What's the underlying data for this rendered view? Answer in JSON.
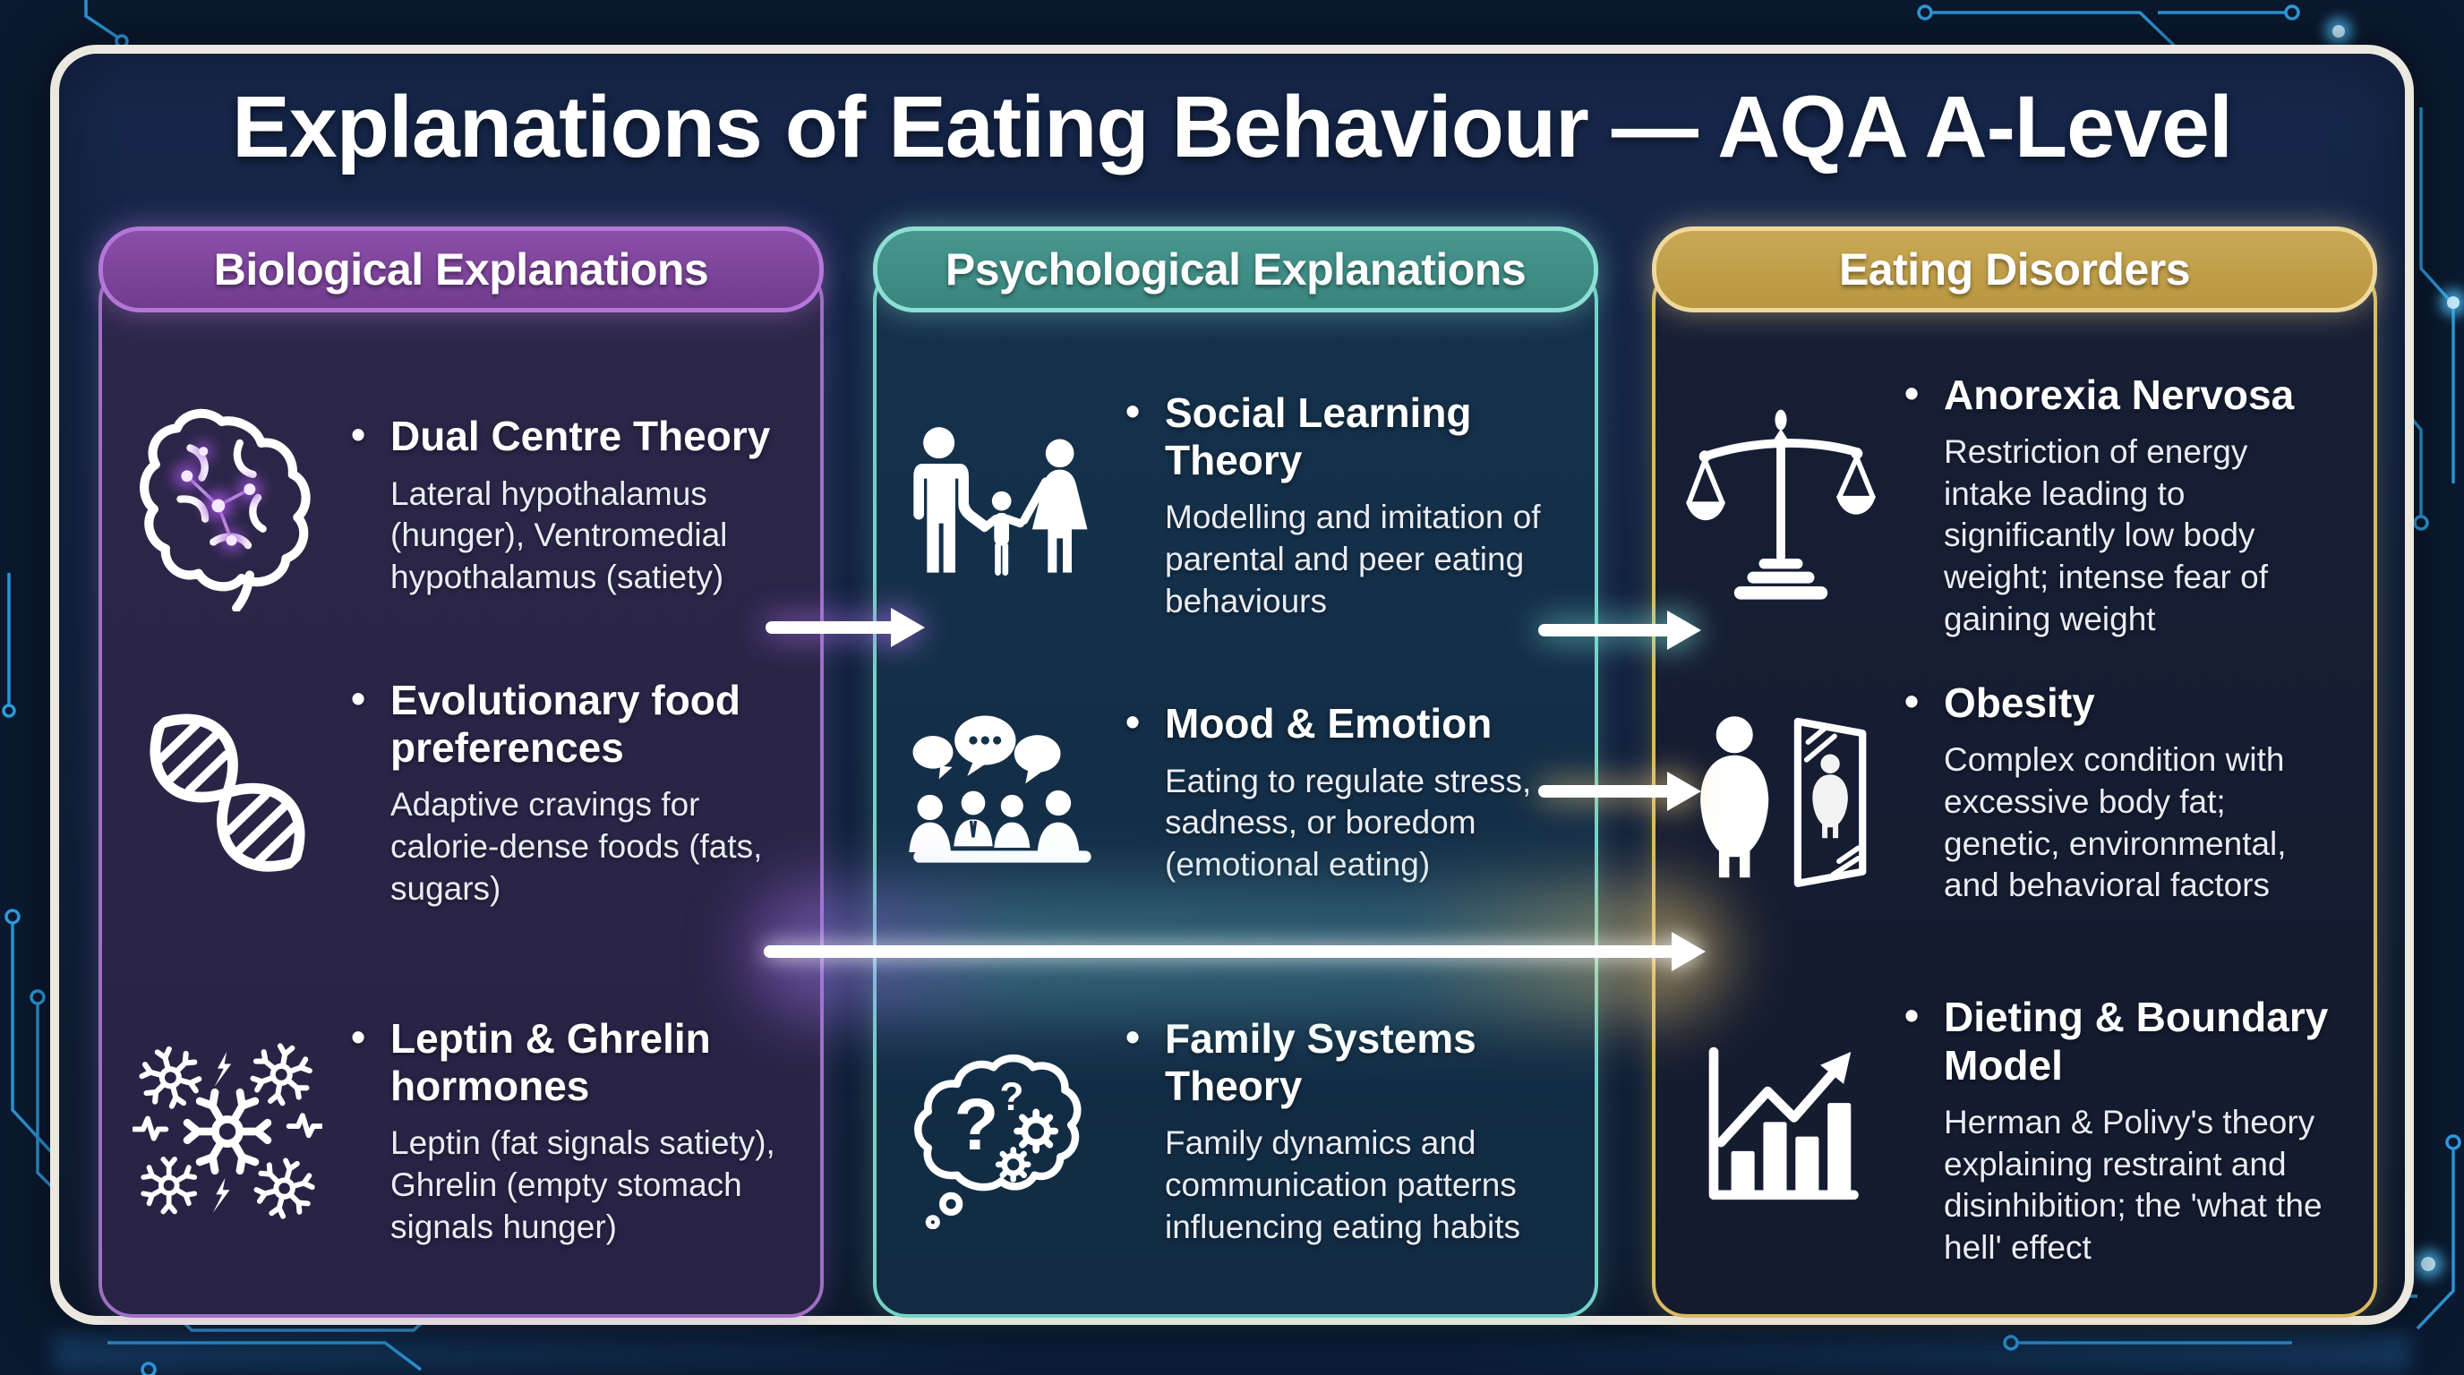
{
  "title": "Explanations of Eating Behaviour — AQA A-Level",
  "bullet": "•",
  "columns": [
    {
      "header": "Biological Explanations",
      "accent_fill": "#7d4499",
      "accent_border": "#b476d8",
      "items": [
        {
          "icon": "brain-icon",
          "title": "Dual Centre Theory",
          "body": "Lateral hypothalamus (hunger), Ventromedial hypothalamus (satiety)"
        },
        {
          "icon": "dna-icon",
          "title": "Evolutionary food preferences",
          "body": "Adaptive cravings for calorie-dense foods (fats, sugars)"
        },
        {
          "icon": "neurons-icon",
          "title": "Leptin & Ghrelin hormones",
          "body": "Leptin (fat signals satiety), Ghrelin (empty stomach signals hunger)"
        }
      ]
    },
    {
      "header": "Psychological Explanations",
      "accent_fill": "#3f8f88",
      "accent_border": "#8bdfd3",
      "items": [
        {
          "icon": "family-icon",
          "title": "Social Learning Theory",
          "body": "Modelling and imitation of parental and peer eating behaviours"
        },
        {
          "icon": "group-discussion-icon",
          "title": "Mood & Emotion",
          "body": "Eating to regulate stress, sadness, or boredom (emotional eating)"
        },
        {
          "icon": "thought-cloud-icon",
          "title": "Family Systems Theory",
          "body": "Family dynamics and communication patterns influencing eating habits"
        }
      ]
    },
    {
      "header": "Eating Disorders",
      "accent_fill": "#c19a43",
      "accent_border": "#efd89b",
      "items": [
        {
          "icon": "balance-scale-icon",
          "title": "Anorexia Nervosa",
          "body": "Restriction of energy intake leading to significantly low body weight; intense fear of gaining weight"
        },
        {
          "icon": "mirror-body-image-icon",
          "title": "Obesity",
          "body": "Complex condition with excessive body fat; genetic, environmental, and behavioral factors"
        },
        {
          "icon": "rising-chart-icon",
          "title": "Dieting & Boundary Model",
          "body": "Herman & Polivy's theory explaining restraint and disinhibition; the 'what the hell' effect"
        }
      ]
    }
  ],
  "colors": {
    "background": "#0b1a30",
    "frame_border": "#ece8df",
    "inner_background": "#132340",
    "circuit_blue": "#2f9fe2",
    "arrow_glow_purple": "#be7aff",
    "arrow_glow_teal": "#80ebdc",
    "arrow_glow_gold": "#f6ce78"
  }
}
